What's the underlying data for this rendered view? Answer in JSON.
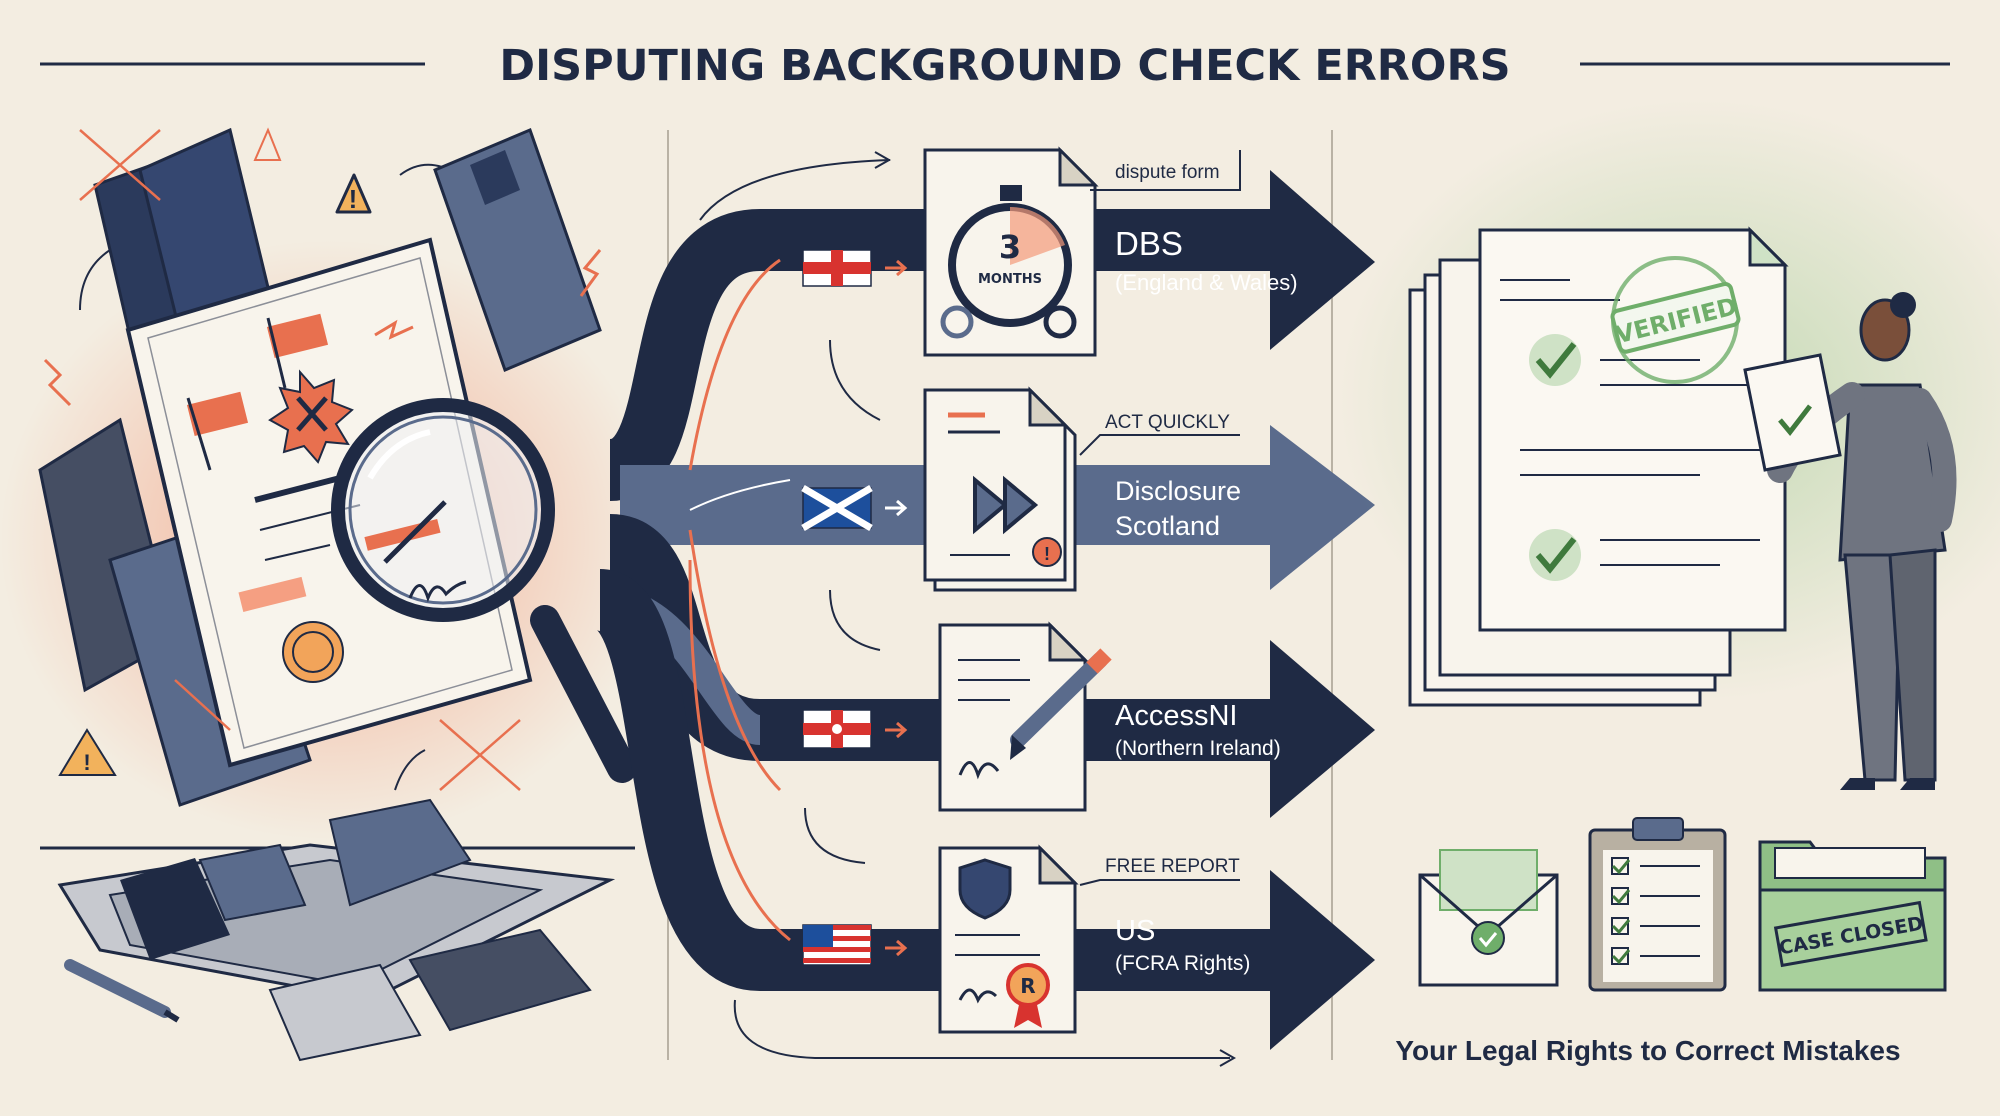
{
  "title": "DISPUTING BACKGROUND CHECK ERRORS",
  "footer": "Your Legal Rights to Correct Mistakes",
  "timer_value": "3",
  "timer_unit": "MONTHS",
  "stamp_verified": "VERIFIED",
  "stamp_case_closed": "CASE CLOSED",
  "seal_letter": "R",
  "routes": [
    {
      "tag": "dispute form",
      "name": "DBS",
      "sub": "(England & Wales)",
      "flag": "england-flag"
    },
    {
      "tag": "ACT QUICKLY",
      "name": "Disclosure",
      "sub": "Scotland",
      "flag": "scotland-flag"
    },
    {
      "tag": "",
      "name": "AccessNI",
      "sub": "(Northern Ireland)",
      "flag": "northern-ireland-flag"
    },
    {
      "tag": "FREE REPORT",
      "name": "US",
      "sub": "(FCRA Rights)",
      "flag": "us-flag"
    }
  ],
  "colors": {
    "navy": "#1f2a44",
    "slate": "#5a6b8c",
    "accent": "#e8704f",
    "green": "#6fae6a",
    "paper": "#f3ede1"
  },
  "icons": [
    "warning-icon",
    "magnifier-icon",
    "stopwatch-icon",
    "fast-forward-icon",
    "pencil-icon",
    "shield-icon",
    "checkmark-icon",
    "envelope-icon",
    "clipboard-icon",
    "folder-icon"
  ]
}
